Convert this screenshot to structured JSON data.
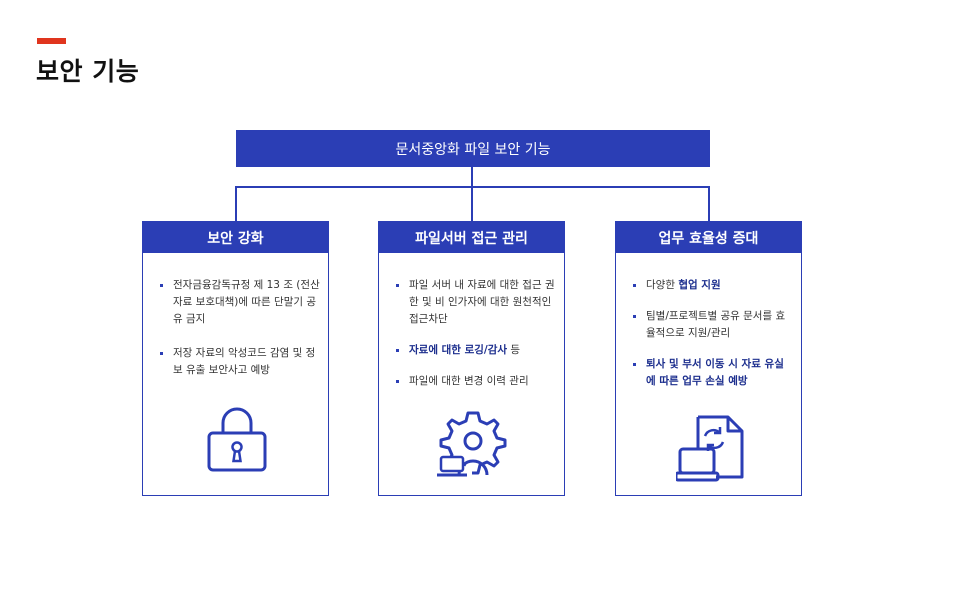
{
  "page": {
    "title": "보안 기능"
  },
  "top": {
    "label": "문서중앙화 파일 보안 기능"
  },
  "cards": [
    {
      "title": "보안 강화",
      "items": [
        "전자금융감독규정 제 13 조 (전산자료 보호대책)에 따른 단말기 공유 금지",
        "저장 자료의 악성코드 감염 및 정보 유출 보안사고 예방"
      ],
      "icon": "padlock-icon"
    },
    {
      "title": "파일서버 접근 관리",
      "items": [
        "파일 서버 내 자료에 대한 접근 권한 및  비 인가자에 대한 원천적인 접근차단",
        {
          "bold": "자료에 대한 로깅/감사",
          "rest": " 등"
        },
        "파일에 대한 변경 이력 관리"
      ],
      "icon": "gear-user-icon"
    },
    {
      "title": "업무 효율성 증대",
      "items": [
        {
          "plain": "다양한 ",
          "bold": "협업 지원"
        },
        "팀별/프로젝트별 공유 문서를 효율적으로 지원/관리",
        "퇴사 및 부서 이동 시 자료 유실에 따른 업무 손실 예방"
      ],
      "icon": "document-laptop-sync-icon"
    }
  ],
  "colors": {
    "primary": "#2b3eb5",
    "accent": "#e0351e",
    "emphasis": "#1d2f8e"
  }
}
